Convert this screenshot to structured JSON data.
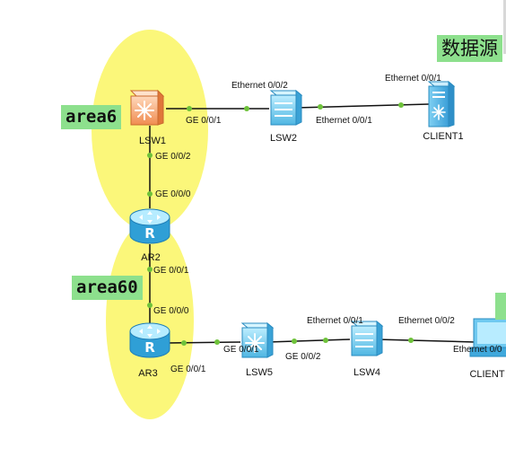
{
  "title": "数据源",
  "areas": [
    {
      "id": "area6",
      "label": "area6"
    },
    {
      "id": "area60",
      "label": "area60"
    }
  ],
  "devices": {
    "lsw1": {
      "label": "LSW1"
    },
    "lsw2": {
      "label": "LSW2"
    },
    "client1": {
      "label": "CLIENT1"
    },
    "ar2": {
      "label": "AR2"
    },
    "ar3": {
      "label": "AR3"
    },
    "lsw5": {
      "label": "LSW5"
    },
    "lsw4": {
      "label": "LSW4"
    },
    "client2": {
      "label": "CLIENT"
    }
  },
  "ports": {
    "lsw1_ge001": "GE 0/0/1",
    "lsw2_eth002": "Ethernet 0/0/2",
    "lsw2_eth001": "Ethernet 0/0/1",
    "client1_eth001": "Ethernet 0/0/1",
    "lsw1_ge002": "GE 0/0/2",
    "ar2_ge000": "GE 0/0/0",
    "ar2_ge001": "GE 0/0/1",
    "ar3_ge000": "GE 0/0/0",
    "ar3_ge001": "GE 0/0/1",
    "lsw5_ge001": "GE 0/0/1",
    "lsw5_ge002": "GE 0/0/2",
    "lsw4_eth001": "Ethernet 0/0/1",
    "lsw4_eth002": "Ethernet 0/0/2",
    "client2_eth": "Ethernet 0/0"
  },
  "colors": {
    "area_fill": "#fbf77a",
    "label_fill": "#8de08d",
    "link": "#111111",
    "port_dot": "#6ec23a",
    "switch": "#5cc3ea",
    "router": "#4db4e4",
    "l3switch": "#f4a06a"
  }
}
